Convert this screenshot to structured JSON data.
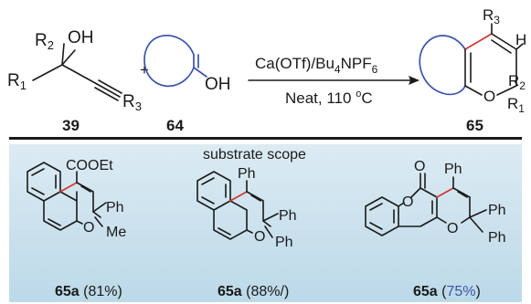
{
  "colors": {
    "panel_top": "#dcebf3",
    "panel_bottom": "#bcd9e8",
    "bond": "#1a1a1a",
    "ring_blue": "#3a55a8",
    "new_bond_red": "#cf3a35"
  },
  "scheme": {
    "reactant1": {
      "label": "39",
      "r2": "R",
      "r2_sub": "2",
      "oh": "OH",
      "r1": "R",
      "r1_sub": "1",
      "r3": "R",
      "r3_sub": "3"
    },
    "plus": "+",
    "reactant2": {
      "label": "64",
      "oh": "OH"
    },
    "conditions_top": {
      "main": "Ca(OTf)/Bu",
      "sub": "4",
      "tail": "NPF",
      "tail_sub": "6"
    },
    "conditions_bottom": {
      "main": "Neat, 110 ",
      "deg": "o",
      "unit": "C"
    },
    "product": {
      "label": "65",
      "r3": "R",
      "r3_sub": "3",
      "h": "H",
      "r2": "R",
      "r2_sub": "2",
      "r1": "R",
      "r1_sub": "1",
      "o": "O"
    }
  },
  "scope": {
    "title": "substrate scope",
    "items": [
      {
        "id": "65a",
        "yield": "(81%)",
        "sub_top": "COOEt",
        "sub_ph": "Ph",
        "sub_me": "Me",
        "o": "O"
      },
      {
        "id": "65a",
        "yield": "(88%/)",
        "sub_top": "Ph",
        "sub_ph1": "Ph",
        "sub_ph2": "Ph",
        "o": "O"
      },
      {
        "id": "65a",
        "yield_open": "(",
        "yield_num": "75%",
        "yield_close": ")",
        "sub_top": "Ph",
        "sub_ph1": "Ph",
        "sub_ph2": "Ph",
        "o_ring": "O",
        "o_carbonyl": "O",
        "o_lactone": "O"
      }
    ]
  }
}
